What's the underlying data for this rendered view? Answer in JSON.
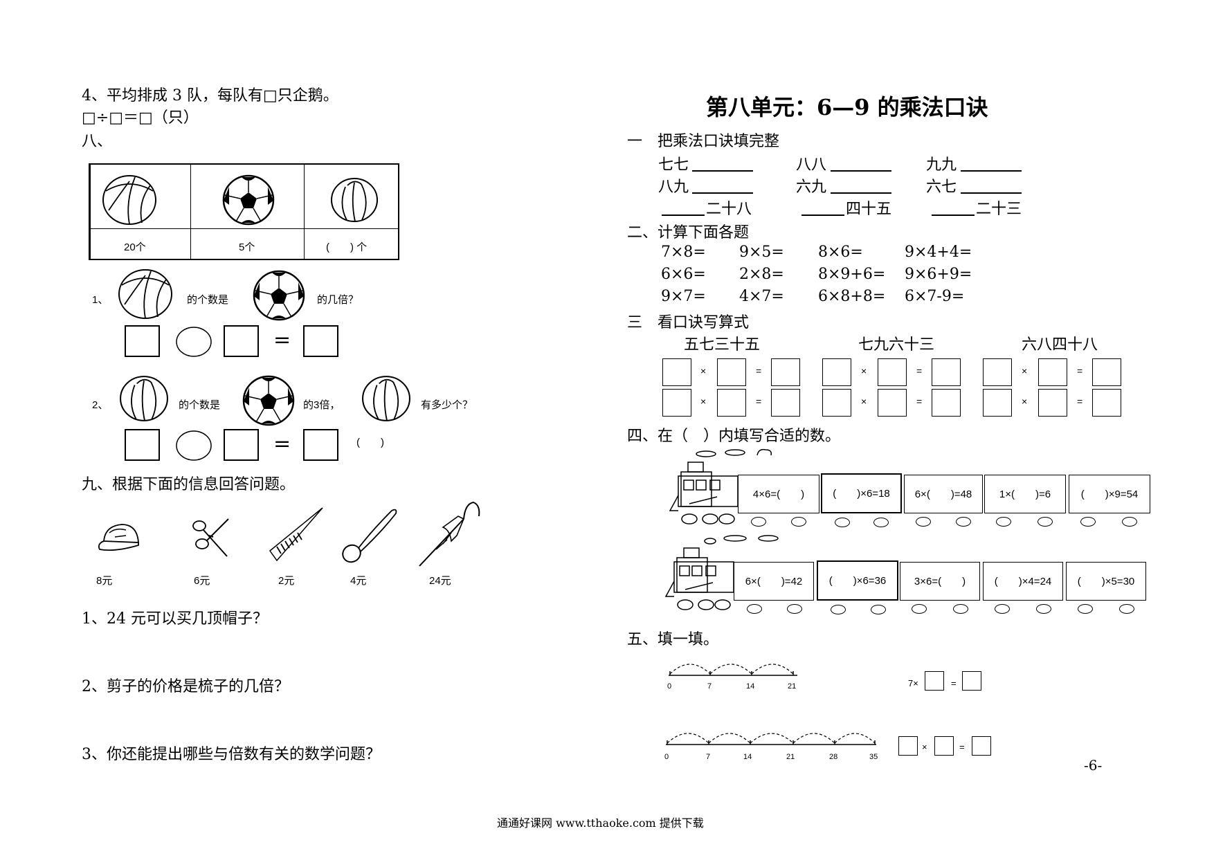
{
  "left": {
    "q4_text": "4、平均排成 3 队，每队有□只企鹅。",
    "q4_formula": "□÷□＝□（只）",
    "sec8_label": "八、",
    "table_counts": [
      "20个",
      "5个",
      "(　　) 个"
    ],
    "p1_num": "1、",
    "p1_mid": "的个数是",
    "p1_end": "的几倍？",
    "p2_num": "2、",
    "p2_mid": "的个数是",
    "p2_mid2": "的3倍，",
    "p2_end": "有多少个？",
    "equals": "=",
    "p2_paren": "(　　)",
    "sec9_title": "九、根据下面的信息回答问题。",
    "prices": [
      "8元",
      "6元",
      "2元",
      "4元",
      "24元"
    ],
    "items_icons": [
      "cap-icon",
      "scissors-icon",
      "comb-icon",
      "spoon-icon",
      "umbrella-icon"
    ],
    "q9_1": "1、24 元可以买几顶帽子？",
    "q9_2": "2、剪子的价格是梳子的几倍？",
    "q9_3": "3、你还能提出哪些与倍数有关的数学问题？"
  },
  "right": {
    "title": "第八单元：6—9 的乘法口诀",
    "s1_title": "一　把乘法口诀填完整",
    "s1_row1": [
      "七七",
      "八八",
      "九九"
    ],
    "s1_row2": [
      "八九",
      "六九",
      "六七"
    ],
    "s1_row3": [
      "二十八",
      "四十五",
      "二十三"
    ],
    "s2_title": "二、计算下面各题",
    "s2_rows": [
      [
        "7×8=",
        "9×5=",
        "8×6=",
        "9×4+4="
      ],
      [
        "6×6=",
        "2×8=",
        "8×9+6=",
        "9×6+9="
      ],
      [
        "9×7=",
        "4×7=",
        "6×8+8=",
        "6×7-9="
      ]
    ],
    "s3_title": "三　看口诀写算式",
    "s3_rhymes": [
      "五七三十五",
      "七九六十三",
      "六八四十八"
    ],
    "times": "×",
    "eq": "=",
    "s4_title": "四、在（　）内填写合适的数。",
    "train1": [
      "4×6=(　　)",
      "(　　)×6=18",
      "6×(　　)=48",
      "1×(　　)=6",
      "(　　)×9=54"
    ],
    "train2": [
      "6×(　　)=42",
      "(　　)×6=36",
      "3×6=(　　)",
      "(　　)×4=24",
      "(　　)×5=30"
    ],
    "s5_title": "五、填一填。",
    "line1_ticks": [
      "0",
      "7",
      "14",
      "21"
    ],
    "line1_prefix": "7×",
    "line2_ticks": [
      "0",
      "7",
      "14",
      "21",
      "28",
      "35"
    ],
    "page_num": "-6-"
  },
  "footer": "通通好课网 www.tthaoke.com 提供下载"
}
